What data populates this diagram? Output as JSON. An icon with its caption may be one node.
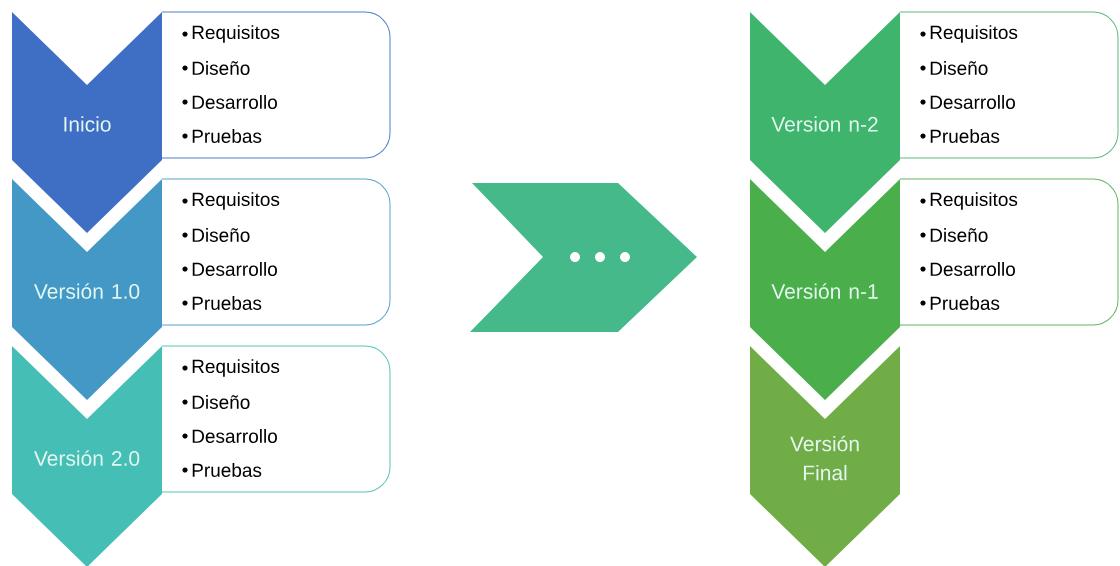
{
  "diagram": {
    "nodes": [
      {
        "text": [
          "Inicio"
        ]
      },
      {
        "text": [
          "Requisitos",
          "Diseño",
          "Desarrollo",
          "Pruebas"
        ]
      },
      {
        "text": [
          "Versión 1.0"
        ]
      },
      {
        "text": [
          "Requisitos",
          "Diseño",
          "Desarrollo",
          "Pruebas"
        ]
      },
      {
        "text": [
          "Versión 2.0"
        ]
      },
      {
        "text": [
          "Requisitos",
          "Diseño",
          "Desarrollo",
          "Pruebas"
        ]
      },
      {
        "text": [],
        "shape": "chevron"
      },
      {
        "text": [
          "Version n-2"
        ]
      },
      {
        "text": [
          "Requisitos",
          "Diseño",
          "Desarrollo",
          "Pruebas"
        ]
      },
      {
        "text": [
          "Versión n-1"
        ]
      },
      {
        "text": [
          "Requisitos",
          "Diseño",
          "Desarrollo",
          "Pruebas"
        ]
      },
      {
        "text": [
          "Versión Final"
        ]
      }
    ]
  }
}
